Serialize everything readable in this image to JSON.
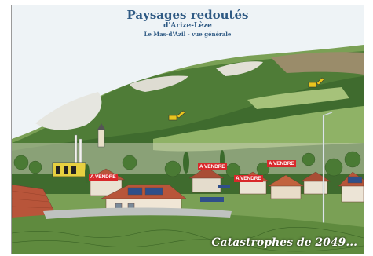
{
  "poster": {
    "title": "Paysages redoutés",
    "subtitle": "d'Arize-Lèze",
    "location": "Le Mas-d'Azil - vue générale",
    "caption": "Catastrophes de 2049..."
  },
  "sale_signs": [
    "A VENDRE",
    "A VENDRE",
    "A VENDRE",
    "A VENDRE"
  ],
  "colors": {
    "title_blue": "#2f5a84",
    "sale_red": "#d8282a",
    "forest_dark": "#3f6b2e",
    "forest_light": "#8fb266",
    "roof_red": "#b8553a",
    "sky": "#eef3f6"
  }
}
